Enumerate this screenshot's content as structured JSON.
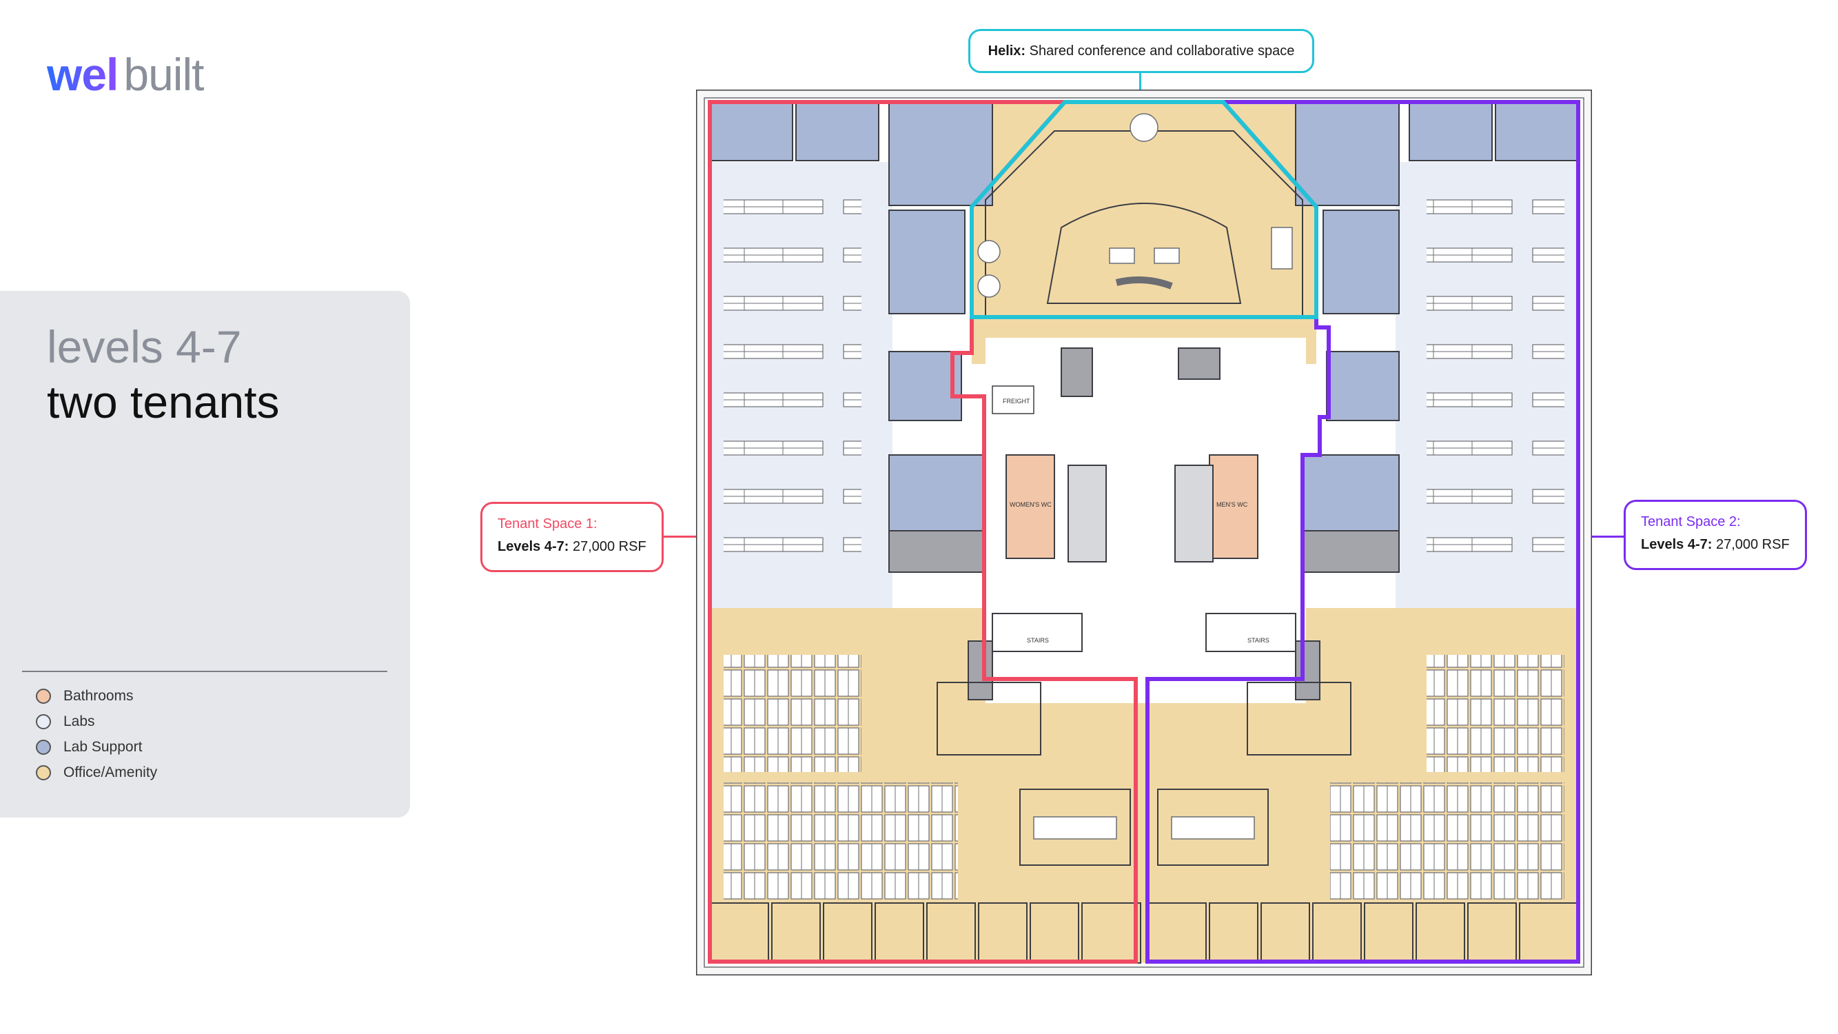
{
  "logo": {
    "part1": "wel",
    "part2": "built"
  },
  "heading": {
    "line1": "levels 4-7",
    "line2": "two tenants"
  },
  "legend": [
    {
      "label": "Bathrooms",
      "color": "#f2c6a8"
    },
    {
      "label": "Labs",
      "color": "#e9edf6"
    },
    {
      "label": "Lab Support",
      "color": "#a9b7d6"
    },
    {
      "label": "Office/Amenity",
      "color": "#f1d9a6"
    }
  ],
  "callouts": {
    "helix": {
      "title": "Helix:",
      "text": "Shared conference and collaborative space",
      "color": "#22c3d6"
    },
    "tenant1": {
      "title": "Tenant Space 1:",
      "levels": "Levels 4-7:",
      "area": "27,000 RSF",
      "color": "#f04a63"
    },
    "tenant2": {
      "title": "Tenant Space 2:",
      "levels": "Levels 4-7:",
      "area": "27,000 RSF",
      "color": "#7a2cf0"
    }
  },
  "plan_labels": {
    "freight": "FREIGHT",
    "womens_wc": "WOMEN'S WC",
    "mens_wc": "MEN'S WC",
    "stairs_left": "STAIRS",
    "stairs_right": "STAIRS"
  },
  "colors": {
    "office": "#f1d9a6",
    "labs": "#e9edf6",
    "lab_support": "#a9b7d6",
    "bathrooms": "#f2c6a8",
    "core": "#ffffff",
    "service": "#a3a5aa",
    "wall": "#3b3d42"
  }
}
